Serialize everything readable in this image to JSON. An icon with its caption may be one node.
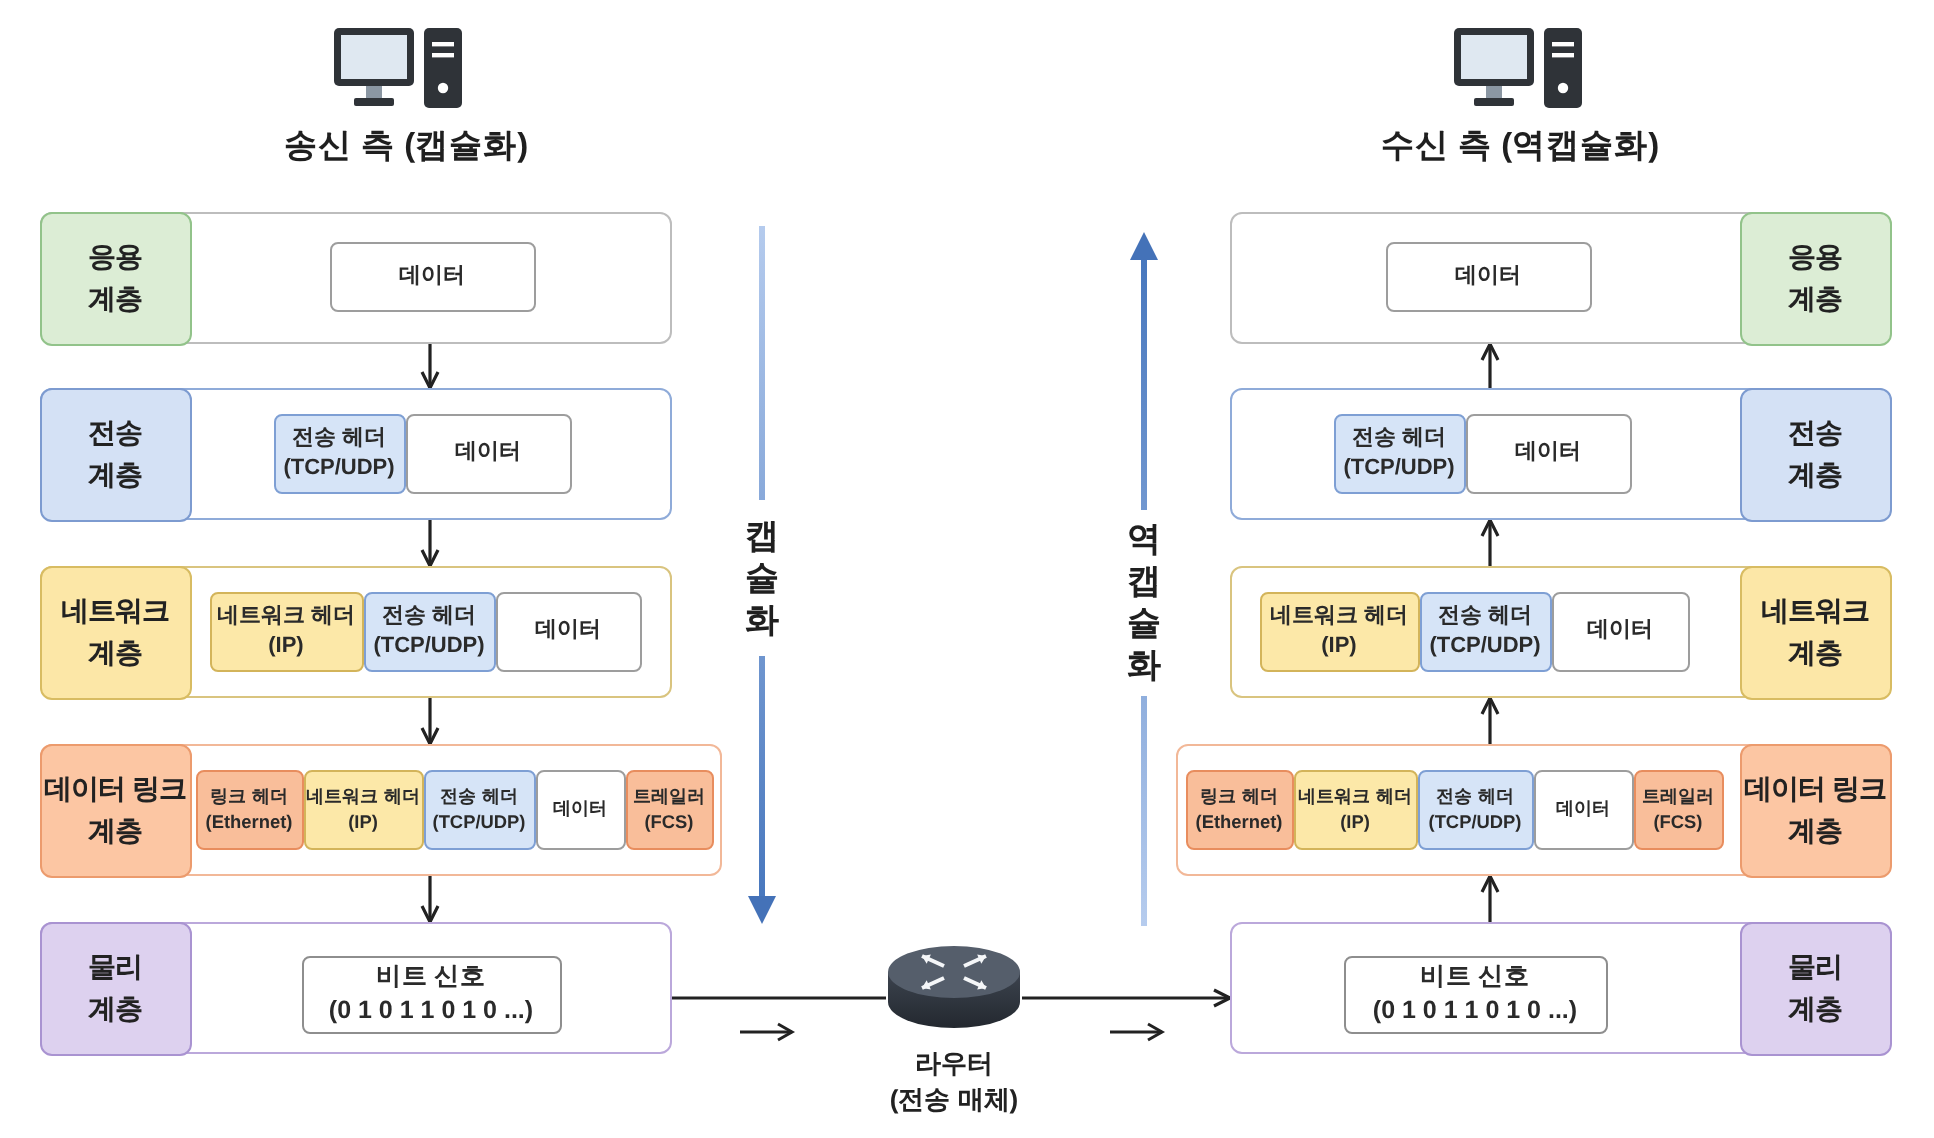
{
  "diagram": {
    "nodes": [
      {
        "text": [
          "응용 계층"
        ]
      },
      {
        "text": [
          "데이터"
        ],
        "in": 0
      },
      {
        "text": [
          "전송 계층"
        ]
      },
      {
        "text": [
          "전송 헤더",
          "(TCP/UDP)"
        ],
        "in": 2
      },
      {
        "text": [
          "데이터"
        ],
        "in": 2
      },
      {
        "text": [
          "네트워크 계층"
        ]
      },
      {
        "text": [
          "네트워크 헤더",
          "(IP)"
        ],
        "in": 5
      },
      {
        "text": [
          "전송 헤더",
          "(TCP/UDP)"
        ],
        "in": 5
      },
      {
        "text": [
          "데이터"
        ],
        "in": 5
      },
      {
        "text": [
          "데이터 링크 계층"
        ]
      },
      {
        "text": [
          "링크 헤더",
          "(Ethernet)"
        ],
        "in": 9
      },
      {
        "text": [
          "네트워크 헤더",
          "(IP)"
        ],
        "in": 9
      },
      {
        "text": [
          "전송 헤더",
          "(TCP/UDP)"
        ],
        "in": 9
      },
      {
        "text": [
          "데이터"
        ],
        "in": 9
      },
      {
        "text": [
          "트레일러",
          "(FCS)"
        ],
        "in": 9
      },
      {
        "text": [
          "물리 계층"
        ]
      },
      {
        "text": [
          "비트 신호",
          "(0 1 0 1 1 0 1 0 ...)"
        ],
        "in": 15
      },
      {
        "text": [
          "라우터",
          "(전송 매체)"
        ]
      },
      {
        "text": [
          "응용 계층"
        ]
      },
      {
        "text": [
          "데이터"
        ],
        "in": 18
      },
      {
        "text": [
          "전송 계층"
        ]
      },
      {
        "text": [
          "전송 헤더",
          "(TCP/UDP)"
        ],
        "in": 20
      },
      {
        "text": [
          "데이터"
        ],
        "in": 20
      },
      {
        "text": [
          "네트워크 계층"
        ]
      },
      {
        "text": [
          "네트워크 헤더",
          "(IP)"
        ],
        "in": 23
      },
      {
        "text": [
          "전송 헤더",
          "(TCP/UDP)"
        ],
        "in": 23
      },
      {
        "text": [
          "데이터"
        ],
        "in": 23
      },
      {
        "text": [
          "데이터 링크 계층"
        ]
      },
      {
        "text": [
          "링크 헤더",
          "(Ethernet)"
        ],
        "in": 27
      },
      {
        "text": [
          "네트워크 헤더",
          "(IP)"
        ],
        "in": 27
      },
      {
        "text": [
          "전송 헤더",
          "(TCP/UDP)"
        ],
        "in": 27
      },
      {
        "text": [
          "데이터"
        ],
        "in": 27
      },
      {
        "text": [
          "트레일러",
          "(FCS)"
        ],
        "in": 27
      },
      {
        "text": [
          "물리 계층"
        ]
      },
      {
        "text": [
          "비트 신호",
          "(0 1 0 1 1 0 1 0 ...)"
        ],
        "in": 33
      }
    ],
    "edges": [
      {
        "from": 0,
        "to": 2,
        "arrow": "to"
      },
      {
        "from": 2,
        "to": 5,
        "arrow": "to"
      },
      {
        "from": 5,
        "to": 9,
        "arrow": "to"
      },
      {
        "from": 9,
        "to": 15,
        "arrow": "to"
      },
      {
        "from": 15,
        "to": 17,
        "arrow": "none"
      },
      {
        "from": 17,
        "to": 33,
        "arrow": "to"
      },
      {
        "from": 33,
        "to": 27,
        "arrow": "to"
      },
      {
        "from": 27,
        "to": 23,
        "arrow": "to"
      },
      {
        "from": 23,
        "to": 20,
        "arrow": "to"
      },
      {
        "from": 20,
        "to": 18,
        "arrow": "to"
      }
    ],
    "labels": [
      "송신 측 (캡슐화)",
      "수신 측 (역캡슐화)",
      "캡슐화",
      "역캡슐화"
    ]
  }
}
